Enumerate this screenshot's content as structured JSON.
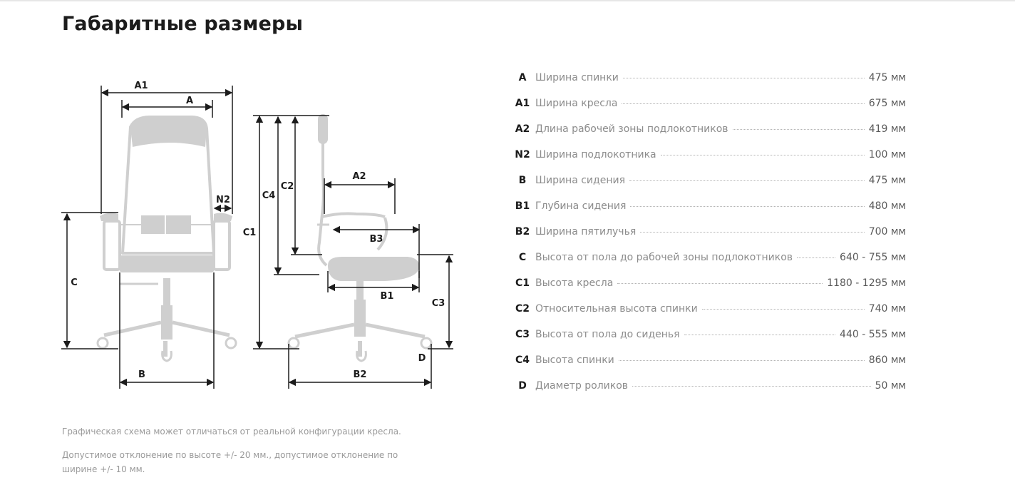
{
  "page": {
    "title": "Габаритные размеры"
  },
  "diagram": {
    "labels": {
      "A1": "A1",
      "A": "A",
      "N2": "N2",
      "C": "C",
      "B": "B",
      "C1": "C1",
      "C4": "C4",
      "C2": "C2",
      "A2": "A2",
      "B3": "B3",
      "B1": "B1",
      "C3": "C3",
      "B2": "B2",
      "D": "D"
    }
  },
  "notes": {
    "disclaimer": "Графическая схема может отличаться от реальной конфигурации кресла.",
    "tolerance": "Допустимое отклонение по высоте +/- 20 мм., допустимое отклонение по ширине +/- 10 мм."
  },
  "specs": [
    {
      "code": "A",
      "label": "Ширина спинки",
      "value": "475 мм"
    },
    {
      "code": "A1",
      "label": "Ширина кресла",
      "value": "675 мм"
    },
    {
      "code": "A2",
      "label": "Длина рабочей зоны подлокотников",
      "value": "419 мм"
    },
    {
      "code": "N2",
      "label": "Ширина подлокотника",
      "value": "100 мм"
    },
    {
      "code": "B",
      "label": "Ширина сидения",
      "value": "475 мм"
    },
    {
      "code": "B1",
      "label": "Глубина сидения",
      "value": "480 мм"
    },
    {
      "code": "B2",
      "label": "Ширина пятилучья",
      "value": "700 мм"
    },
    {
      "code": "C",
      "label": "Высота от пола до рабочей зоны подлокотников",
      "value": "640 - 755 мм"
    },
    {
      "code": "C1",
      "label": "Высота кресла",
      "value": "1180 - 1295 мм"
    },
    {
      "code": "C2",
      "label": "Относительная высота спинки",
      "value": "740 мм"
    },
    {
      "code": "C3",
      "label": "Высота от пола до сиденья",
      "value": "440 - 555 мм"
    },
    {
      "code": "C4",
      "label": "Высота спинки",
      "value": "860 мм"
    },
    {
      "code": "D",
      "label": "Диаметр роликов",
      "value": "50 мм"
    }
  ],
  "colors": {
    "chair_gray": "#cfcfcf",
    "dimension_line": "#1c1c1c",
    "label_gray": "#8c8c8c"
  }
}
